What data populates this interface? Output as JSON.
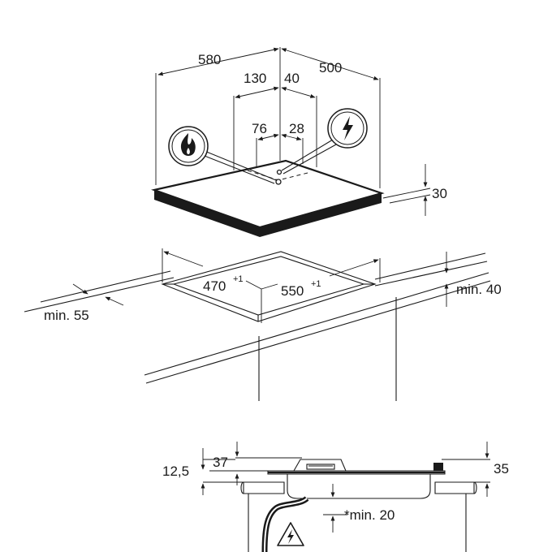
{
  "dimensions": {
    "overall_width": "580",
    "overall_depth": "500",
    "gas_offset": "130",
    "elec_offset": "40",
    "gas_offset_small": "76",
    "elec_offset_small": "28",
    "hob_height": "30",
    "cutout_depth": "470",
    "cutout_depth_tol": "+1",
    "cutout_width": "550",
    "cutout_width_tol": "+1",
    "min_front": "min. 55",
    "min_back": "min. 40",
    "side_top_37": "37",
    "side_top_12_5": "12,5",
    "side_top_35": "35",
    "side_min_20": "*min. 20"
  },
  "icons": {
    "gas": "gas-flame-icon",
    "electric": "electric-bolt-icon",
    "hazard": "electrical-hazard-icon"
  },
  "colors": {
    "ink": "#1a1a1a",
    "background": "#ffffff"
  }
}
